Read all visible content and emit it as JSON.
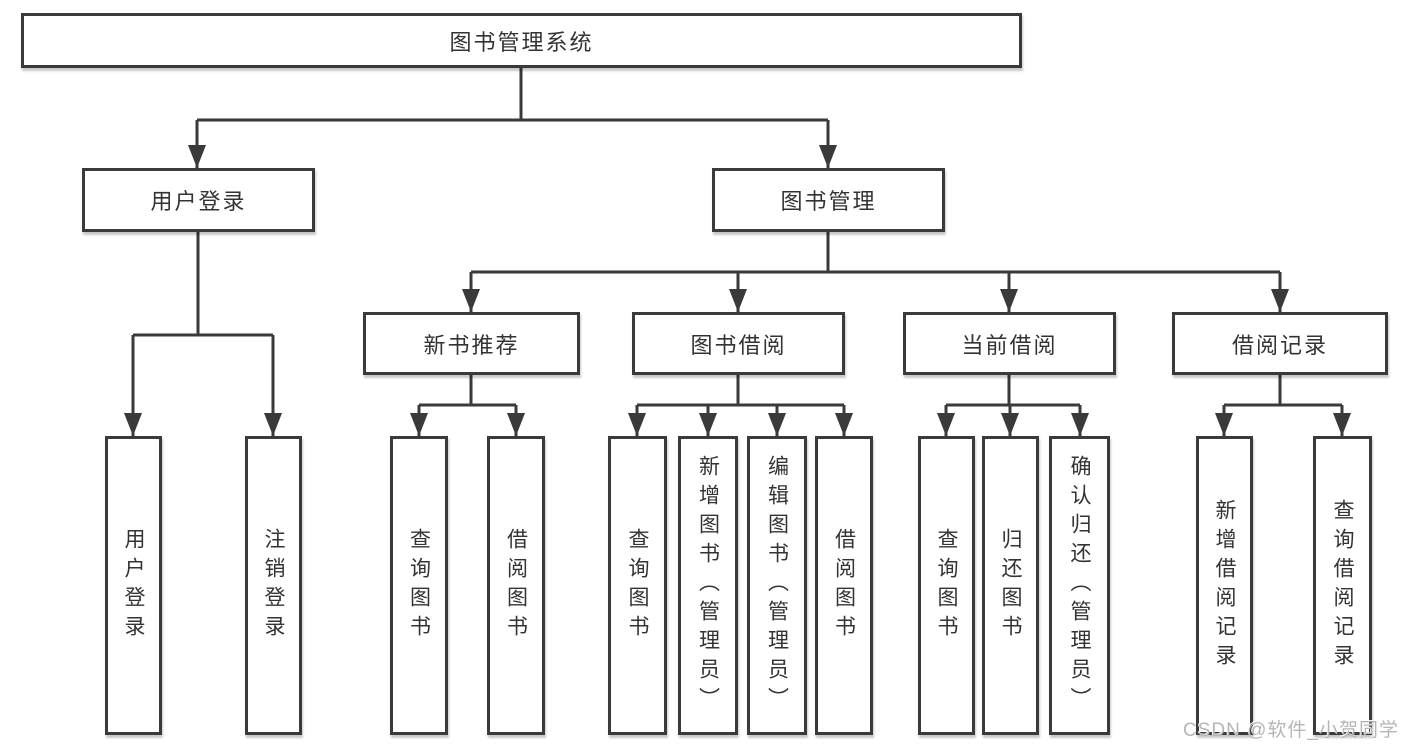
{
  "tree": {
    "root": {
      "label": "图书管理系统"
    },
    "branches": [
      {
        "label": "用户登录",
        "children": [
          {
            "label": "用户登录"
          },
          {
            "label": "注销登录"
          }
        ]
      },
      {
        "label": "图书管理",
        "children": [
          {
            "label": "新书推荐",
            "children": [
              {
                "label": "查询图书"
              },
              {
                "label": "借阅图书"
              }
            ]
          },
          {
            "label": "图书借阅",
            "children": [
              {
                "label": "查询图书"
              },
              {
                "label": "新增图书（管理员）"
              },
              {
                "label": "编辑图书（管理员）"
              },
              {
                "label": "借阅图书"
              }
            ]
          },
          {
            "label": "当前借阅",
            "children": [
              {
                "label": "查询图书"
              },
              {
                "label": "归还图书"
              },
              {
                "label": "确认归还（管理员）"
              }
            ]
          },
          {
            "label": "借阅记录",
            "children": [
              {
                "label": "新增借阅记录"
              },
              {
                "label": "查询借阅记录"
              }
            ]
          }
        ]
      }
    ]
  },
  "watermark": {
    "label": "CSDN @软件_小贺同学"
  },
  "colors": {
    "line": "#3a3a3a",
    "text": "#333333",
    "watermark_text": "#b6b6b6",
    "background": "#ffffff"
  }
}
